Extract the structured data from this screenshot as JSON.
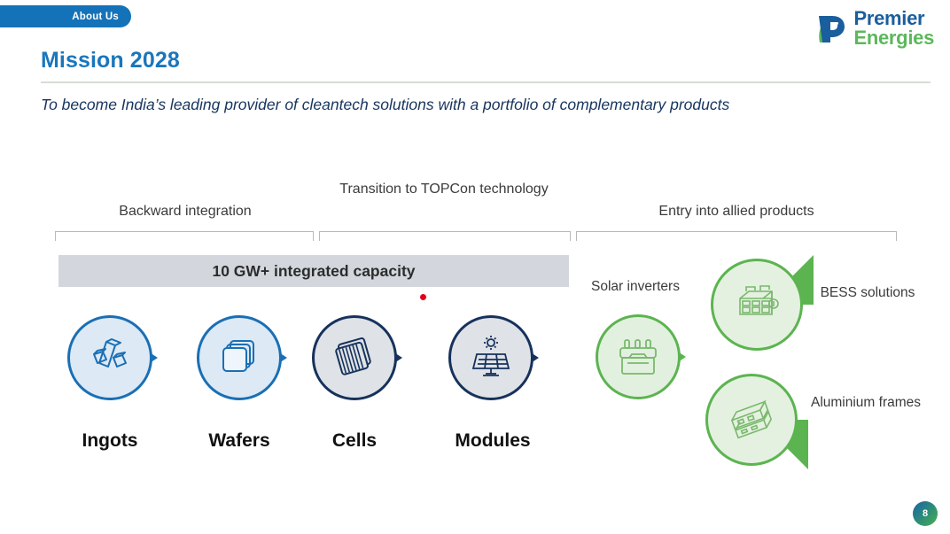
{
  "tab": {
    "label": "About Us"
  },
  "logo": {
    "line1": "Premier",
    "line2": "Energies",
    "mark": "premier-energies-p-mark"
  },
  "header": {
    "title": "Mission 2028",
    "subtitle": "To become India’s leading provider of cleantech solutions with a portfolio of complementary products"
  },
  "sections": [
    {
      "label": "Backward integration"
    },
    {
      "label": "Transition to TOPCon technology"
    },
    {
      "label": "Entry into allied products"
    }
  ],
  "capacity": {
    "label": "10 GW+ integrated capacity"
  },
  "process_nodes": [
    {
      "label": "Ingots",
      "icon": "ingots-icon",
      "style": "blue"
    },
    {
      "label": "Wafers",
      "icon": "wafers-icon",
      "style": "blue"
    },
    {
      "label": "Cells",
      "icon": "cells-icon",
      "style": "navy"
    },
    {
      "label": "Modules",
      "icon": "modules-icon",
      "style": "navy"
    }
  ],
  "allied_products": [
    {
      "label": "Solar inverters",
      "icon": "inverter-icon"
    },
    {
      "label": "BESS solutions",
      "icon": "battery-storage-icon"
    },
    {
      "label": "Aluminium frames",
      "icon": "aluminium-frames-icon"
    }
  ],
  "page": {
    "number": "8"
  },
  "colors": {
    "brand_blue": "#1a76bc",
    "navy": "#16325c",
    "green": "#5cb450",
    "banner_gray": "#d3d7dd",
    "accent_red": "#e2001a"
  }
}
